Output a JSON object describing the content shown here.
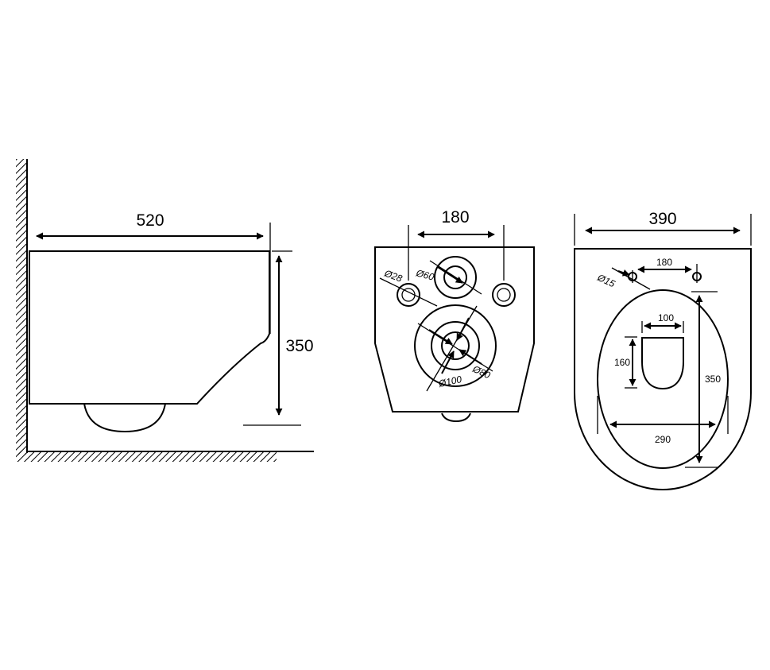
{
  "side_view": {
    "width_label": "520",
    "height_label": "350"
  },
  "back_view": {
    "spacing_label": "180",
    "dia_bolt": "Ø28",
    "dia_inlet": "Ø60",
    "dia_outlet_inner": "Ø80",
    "dia_outlet_outer": "Ø100"
  },
  "top_view": {
    "width_label": "390",
    "fixing_spacing_label": "180",
    "fixing_hole_dia": "Ø15",
    "opening_width_label": "100",
    "opening_length_label": "160",
    "bowl_length_label": "350",
    "bowl_width_label": "290"
  },
  "colors": {
    "line": "#000000",
    "background": "#ffffff"
  }
}
